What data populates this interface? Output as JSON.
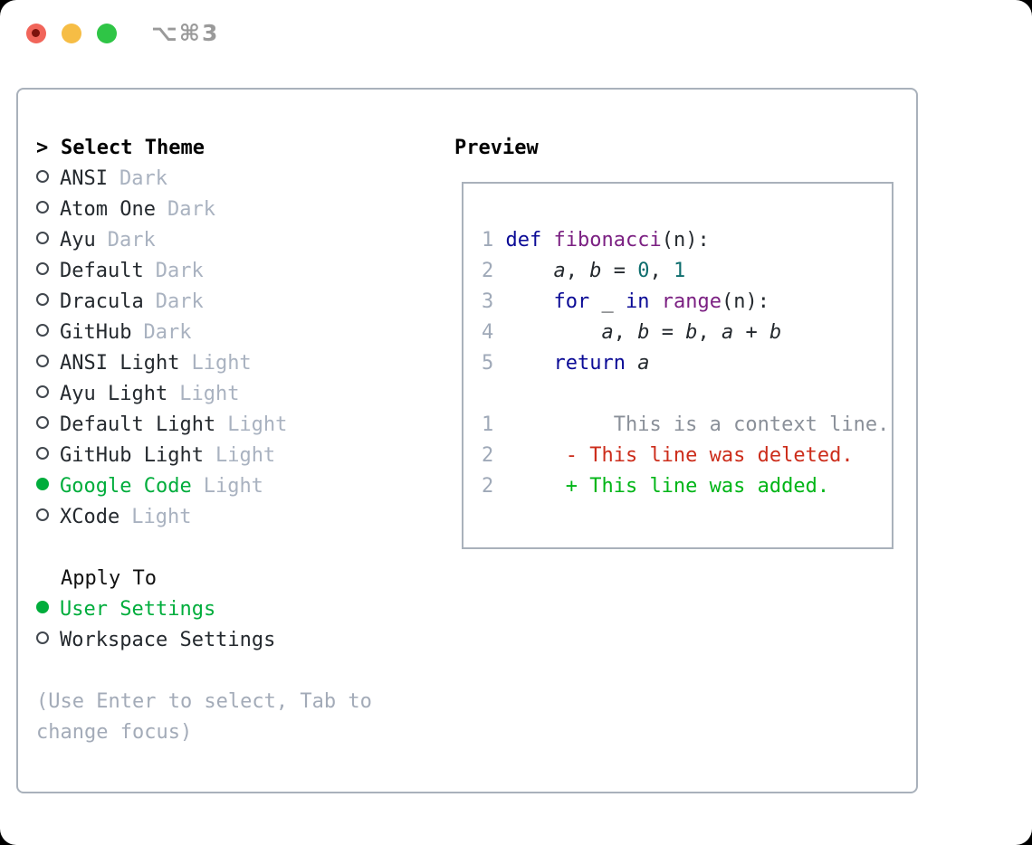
{
  "window": {
    "title": "⌥⌘3"
  },
  "colors": {
    "border": "#a9b1bb",
    "text": "#24292e",
    "suffix": "#a9b2c0",
    "hint": "#a3abb8",
    "radio": "#42484f",
    "green": "#00ad3c",
    "added": "#00b517",
    "deleted": "#cc2d1b",
    "keyword": "#0b0b96",
    "function": "#7b2082",
    "literal": "#0e6e6e",
    "linenum": "#9fa9b8",
    "context": "#8a9099",
    "tlred": "#f1655a",
    "tlyellow": "#f6bd45",
    "tlgreen": "#2fc546",
    "tldot": "#7d120c"
  },
  "theme_picker": {
    "header_prefix": ">",
    "header_label": "Select Theme",
    "themes": [
      {
        "name": "ANSI",
        "variant": "Dark",
        "selected": false
      },
      {
        "name": "Atom One",
        "variant": "Dark",
        "selected": false
      },
      {
        "name": "Ayu",
        "variant": "Dark",
        "selected": false
      },
      {
        "name": "Default",
        "variant": "Dark",
        "selected": false
      },
      {
        "name": "Dracula",
        "variant": "Dark",
        "selected": false
      },
      {
        "name": "GitHub",
        "variant": "Dark",
        "selected": false
      },
      {
        "name": "ANSI Light",
        "variant": "Light",
        "selected": false
      },
      {
        "name": "Ayu Light",
        "variant": "Light",
        "selected": false
      },
      {
        "name": "Default Light",
        "variant": "Light",
        "selected": false
      },
      {
        "name": "GitHub Light",
        "variant": "Light",
        "selected": false
      },
      {
        "name": "Google Code",
        "variant": "Light",
        "selected": true
      },
      {
        "name": "XCode",
        "variant": "Light",
        "selected": false
      }
    ],
    "apply_to_label": "Apply To",
    "apply_options": [
      {
        "name": "User Settings",
        "selected": true
      },
      {
        "name": "Workspace Settings",
        "selected": false
      }
    ],
    "hint": "(Use Enter to select, Tab to change focus)"
  },
  "preview": {
    "title": "Preview",
    "code_lines": [
      {
        "num": "1",
        "tokens": [
          {
            "text": "def ",
            "type": "kw"
          },
          {
            "text": "fibonacci",
            "type": "fn"
          },
          {
            "text": "(n):",
            "type": "pl"
          }
        ]
      },
      {
        "num": "2",
        "tokens": [
          {
            "text": "    ",
            "type": "pl"
          },
          {
            "text": "a",
            "type": "var"
          },
          {
            "text": ", ",
            "type": "pl"
          },
          {
            "text": "b",
            "type": "var"
          },
          {
            "text": " = ",
            "type": "pl"
          },
          {
            "text": "0",
            "type": "lit"
          },
          {
            "text": ", ",
            "type": "pl"
          },
          {
            "text": "1",
            "type": "lit"
          }
        ]
      },
      {
        "num": "3",
        "tokens": [
          {
            "text": "    ",
            "type": "pl"
          },
          {
            "text": "for",
            "type": "kw"
          },
          {
            "text": " _ ",
            "type": "pl"
          },
          {
            "text": "in",
            "type": "kw"
          },
          {
            "text": " ",
            "type": "pl"
          },
          {
            "text": "range",
            "type": "fn"
          },
          {
            "text": "(n):",
            "type": "pl"
          }
        ]
      },
      {
        "num": "4",
        "tokens": [
          {
            "text": "        ",
            "type": "pl"
          },
          {
            "text": "a",
            "type": "var"
          },
          {
            "text": ", ",
            "type": "pl"
          },
          {
            "text": "b",
            "type": "var"
          },
          {
            "text": " = ",
            "type": "pl"
          },
          {
            "text": "b",
            "type": "var"
          },
          {
            "text": ", ",
            "type": "pl"
          },
          {
            "text": "a",
            "type": "var"
          },
          {
            "text": " + ",
            "type": "pl"
          },
          {
            "text": "b",
            "type": "var"
          }
        ]
      },
      {
        "num": "5",
        "tokens": [
          {
            "text": "    ",
            "type": "pl"
          },
          {
            "text": "return",
            "type": "kw"
          },
          {
            "text": " ",
            "type": "pl"
          },
          {
            "text": "a",
            "type": "var"
          }
        ]
      }
    ],
    "diff_lines": [
      {
        "num": "1",
        "text": "         This is a context line.",
        "type": "context"
      },
      {
        "num": "2",
        "text": "     - This line was deleted.",
        "type": "deleted"
      },
      {
        "num": "2",
        "text": "     + This line was added.",
        "type": "added"
      }
    ]
  }
}
